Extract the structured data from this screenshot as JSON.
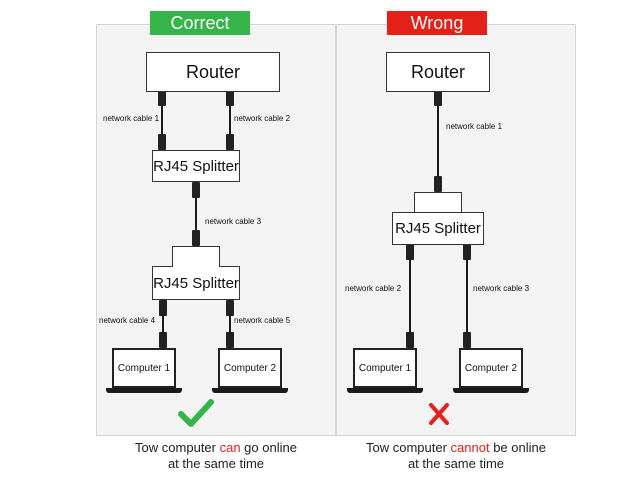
{
  "correct": {
    "badge": "Correct",
    "router": "Router",
    "splitter_top": "RJ45 Splitter",
    "splitter_bottom": "RJ45 Splitter",
    "cable1": "network cable 1",
    "cable2": "network cable 2",
    "cable3": "network cable 3",
    "cable4": "network cable 4",
    "cable5": "network cable 5",
    "computer_left": "Computer 1",
    "computer_right": "Computer 2",
    "caption_pre": "Tow computer ",
    "caption_hl": "can",
    "caption_post": " go online",
    "caption_line2": "at the same time",
    "mark_icon": "check-icon"
  },
  "wrong": {
    "badge": "Wrong",
    "router": "Router",
    "splitter": "RJ45 Splitter",
    "cable1": "network cable 1",
    "cable2": "network cable 2",
    "cable3": "network cable 3",
    "computer_left": "Computer 1",
    "computer_right": "Computer 2",
    "caption_pre": "Tow computer ",
    "caption_hl": "cannot",
    "caption_post": " be online",
    "caption_line2": "at the same time",
    "mark_icon": "x-icon"
  },
  "colors": {
    "correct": "#35b44a",
    "wrong": "#e32119",
    "panel": "#f3f3f3",
    "wire": "#1a1a1a"
  }
}
